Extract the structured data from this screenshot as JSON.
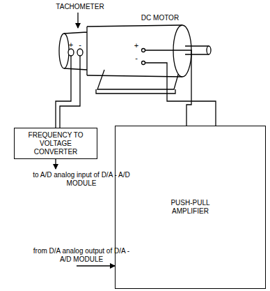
{
  "diagram": {
    "nodes": [
      {
        "text": [
          "FREQUENCY TO VOLTAGE CONVERTER"
        ]
      },
      {
        "text": [
          "PUSH-PULL AMPLIFIER"
        ]
      }
    ],
    "labels": [
      "TACHOMETER",
      "DC MOTOR",
      "+",
      "-",
      "+",
      "-",
      "to A/D analog input of D/A - A/D MODULE",
      "from D/A analog output of D/A - A/D MODULE"
    ]
  }
}
